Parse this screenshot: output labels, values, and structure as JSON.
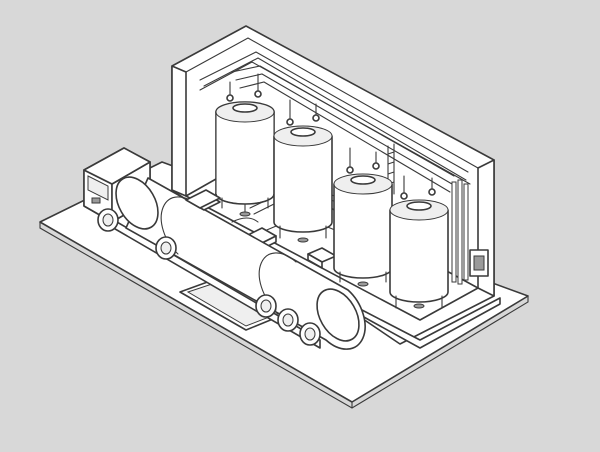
{
  "illustration": {
    "background_color": "#d8d8d8",
    "line_color": "#3a3a3a",
    "fill_color": "#ffffff",
    "components": [
      "ground-slab",
      "equipment-enclosure",
      "tanker-truck",
      "storage-tank",
      "piping-manifold",
      "unloading-pit"
    ],
    "tank_count": 4,
    "text_labels": []
  }
}
